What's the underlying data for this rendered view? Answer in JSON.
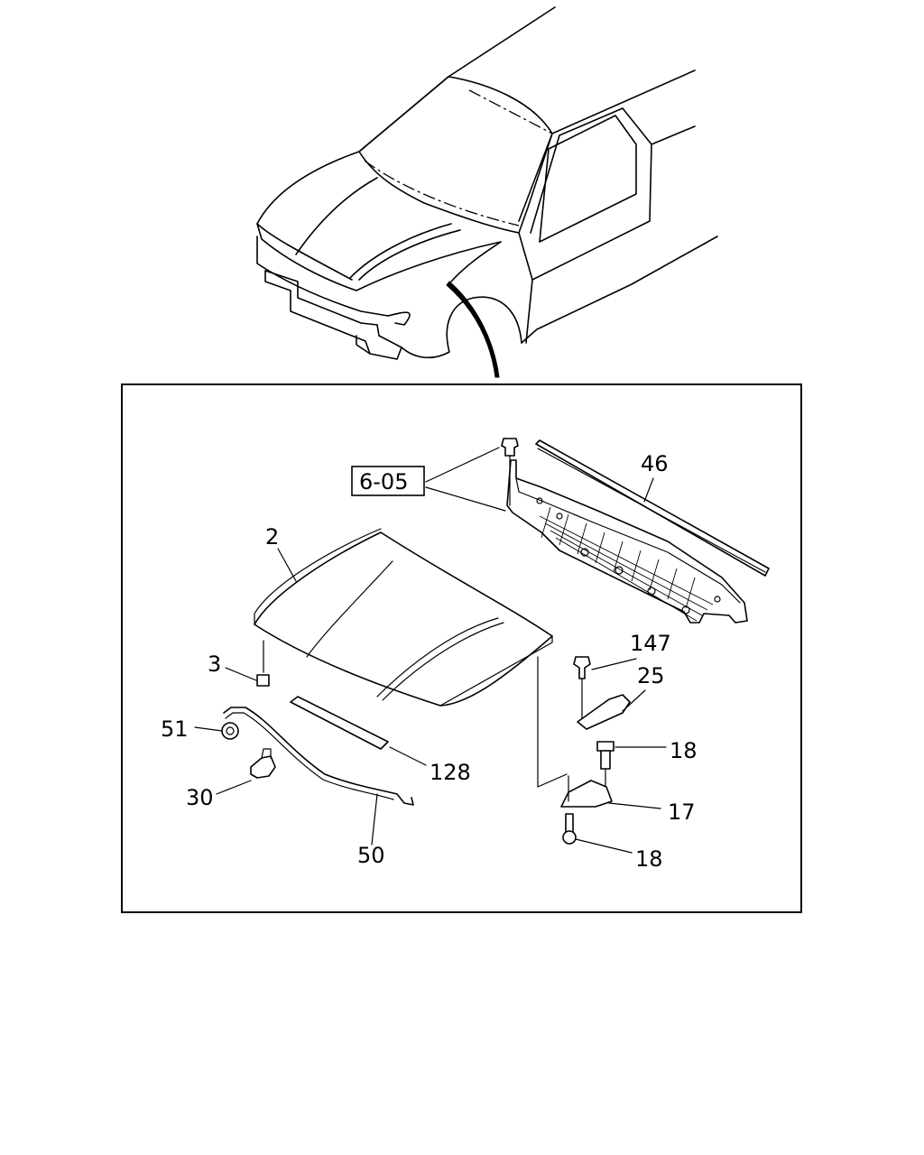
{
  "callouts": {
    "ref_6_05": "6-05",
    "p46": "46",
    "p2": "2",
    "p147": "147",
    "p25": "25",
    "p3": "3",
    "p51": "51",
    "p18a": "18",
    "p128": "128",
    "p30": "30",
    "p17": "17",
    "p50": "50",
    "p18b": "18"
  }
}
